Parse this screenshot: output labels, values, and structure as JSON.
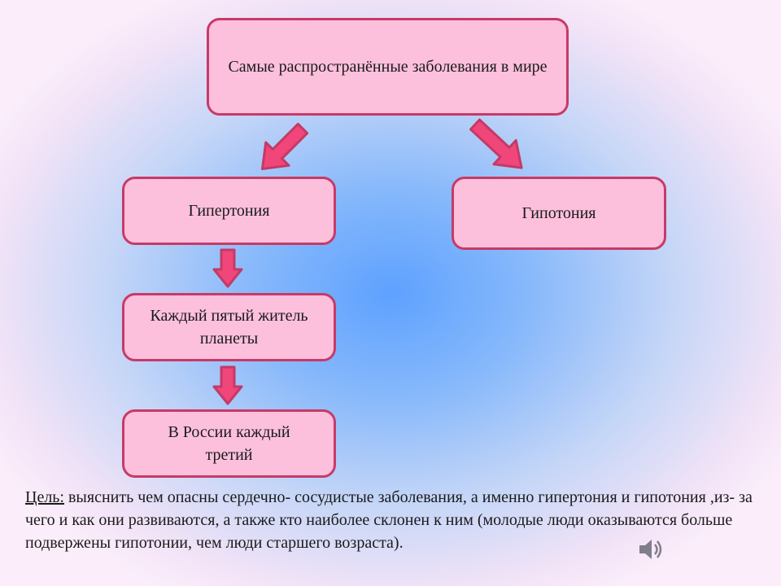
{
  "diagram": {
    "root": "Самые распространённые заболевания в мире",
    "branch_left": "Гипертония",
    "branch_right": "Гипотония",
    "fact_1": "Каждый пятый житель планеты",
    "fact_2": "В России каждый третий"
  },
  "goal": {
    "label": "Цель:",
    "text": " выяснить чем опасны сердечно- сосудистые заболевания, а именно гипертония и гипотония ,из- за чего и как они развиваются, а также кто наиболее склонен к ним (молодые люди оказываются больше подвержены гипотонии, чем люди старшего возраста)."
  },
  "colors": {
    "box_fill": "#fcc0dd",
    "box_border": "#c73a67",
    "arrow_fill": "#f0467a",
    "arrow_stroke": "#c43a66"
  },
  "icons": {
    "audio": "speaker-icon"
  }
}
